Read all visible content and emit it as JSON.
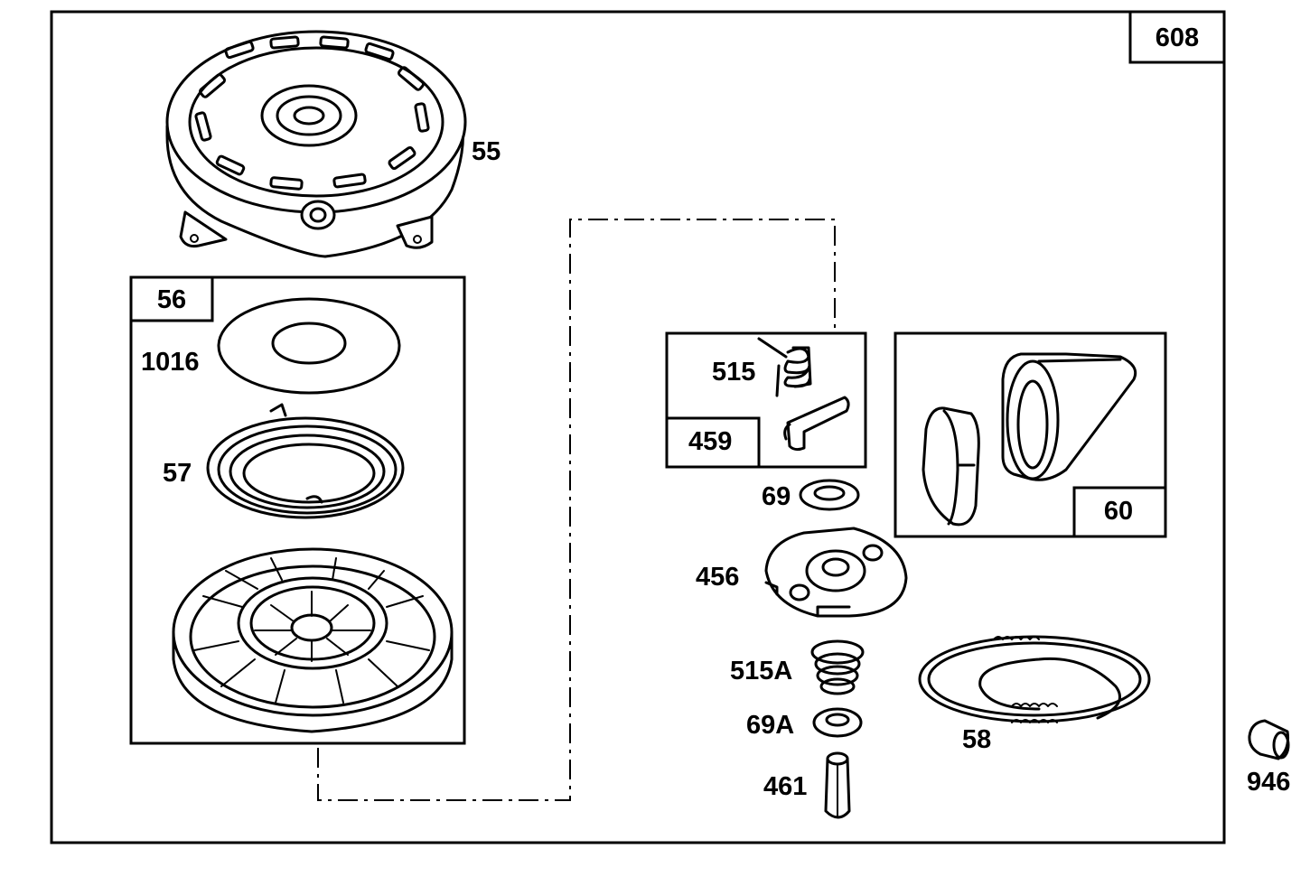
{
  "diagram": {
    "assembly_number": "608",
    "parts": [
      {
        "id": "p55",
        "number": "55"
      },
      {
        "id": "p56",
        "number": "56"
      },
      {
        "id": "p1016",
        "number": "1016"
      },
      {
        "id": "p57",
        "number": "57"
      },
      {
        "id": "p515",
        "number": "515"
      },
      {
        "id": "p459",
        "number": "459"
      },
      {
        "id": "p69",
        "number": "69"
      },
      {
        "id": "p456",
        "number": "456"
      },
      {
        "id": "p515A",
        "number": "515A"
      },
      {
        "id": "p69A",
        "number": "69A"
      },
      {
        "id": "p461",
        "number": "461"
      },
      {
        "id": "p60",
        "number": "60"
      },
      {
        "id": "p58",
        "number": "58"
      },
      {
        "id": "p946",
        "number": "946"
      }
    ]
  }
}
